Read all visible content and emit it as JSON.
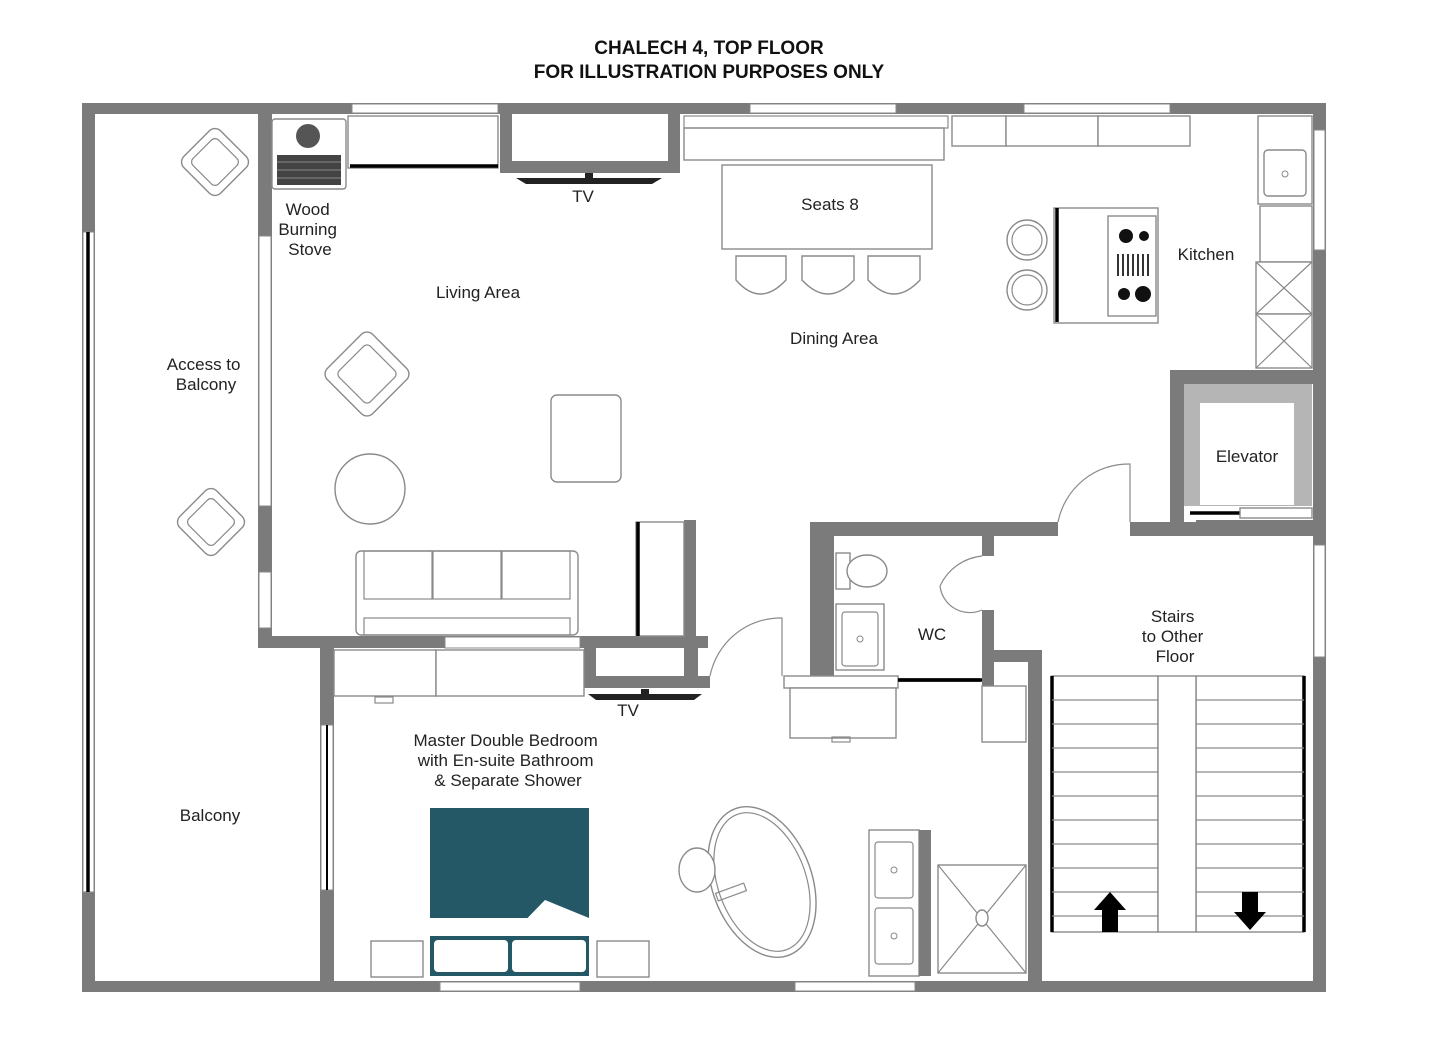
{
  "header": {
    "title_line1": "CHALECH 4, TOP FLOOR",
    "title_line2": "FOR ILLUSTRATION PURPOSES ONLY"
  },
  "labels": {
    "stove": [
      "Wood",
      "Burning",
      "Stove"
    ],
    "tv_living": "TV",
    "seats": "Seats 8",
    "kitchen": "Kitchen",
    "living_area": "Living Area",
    "dining_area": "Dining Area",
    "access_balcony": [
      "Access to",
      "Balcony"
    ],
    "elevator": "Elevator",
    "wc": "WC",
    "stairs": [
      "Stairs",
      "to Other",
      "Floor"
    ],
    "tv_bedroom": "TV",
    "master_bedroom": [
      "Master Double Bedroom",
      "with En-suite Bathroom",
      "& Separate Shower"
    ],
    "balcony": "Balcony"
  },
  "colors": {
    "wall": "#7b7b7b",
    "bed": "#255866",
    "fixture_stroke": "#8a8a8a",
    "elevator_frame": "#b5b5b5"
  }
}
